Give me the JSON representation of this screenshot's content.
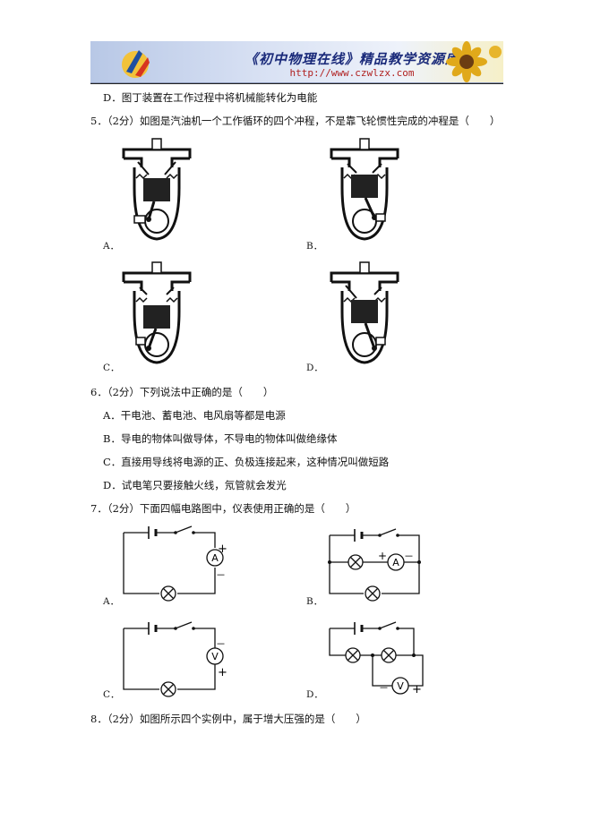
{
  "header": {
    "title": "《初中物理在线》精品教学资源库",
    "url": "http://www.czwlzx.com"
  },
  "lines": {
    "q4_option_d": "D．图丁装置在工作过程中将机械能转化为电能",
    "q5_stem": "5．（2分）如图是汽油机一个工作循环的四个冲程，不是靠飞轮惯性完成的冲程是（　　）",
    "q6_stem": "6．（2分）下列说法中正确的是（　　）",
    "q6_option_a": "A．干电池、蓄电池、电风扇等都是电源",
    "q6_option_b": "B．导电的物体叫做导体，不导电的物体叫做绝缘体",
    "q6_option_c": "C．直接用导线将电源的正、负极连接起来，这种情况叫做短路",
    "q6_option_d": "D．试电笔只要接触火线，氖管就会发光",
    "q7_stem": "7．（2分）下面四幅电路图中，仪表使用正确的是（　　）",
    "q8_stem": "8．（2分）如图所示四个实例中，属于增大压强的是（　　）"
  },
  "q5_figures": [
    {
      "label": "A．"
    },
    {
      "label": "B．"
    },
    {
      "label": "C．"
    },
    {
      "label": "D．"
    }
  ],
  "q7_circuits": [
    {
      "label": "A．",
      "meter": "A",
      "plus": "+",
      "minus": "－"
    },
    {
      "label": "B．",
      "meter": "A",
      "plus": "+",
      "minus": "－"
    },
    {
      "label": "C．",
      "meter": "V",
      "plus": "+",
      "minus": "－"
    },
    {
      "label": "D．",
      "meter": "V",
      "plus": "+",
      "minus": "－"
    }
  ]
}
